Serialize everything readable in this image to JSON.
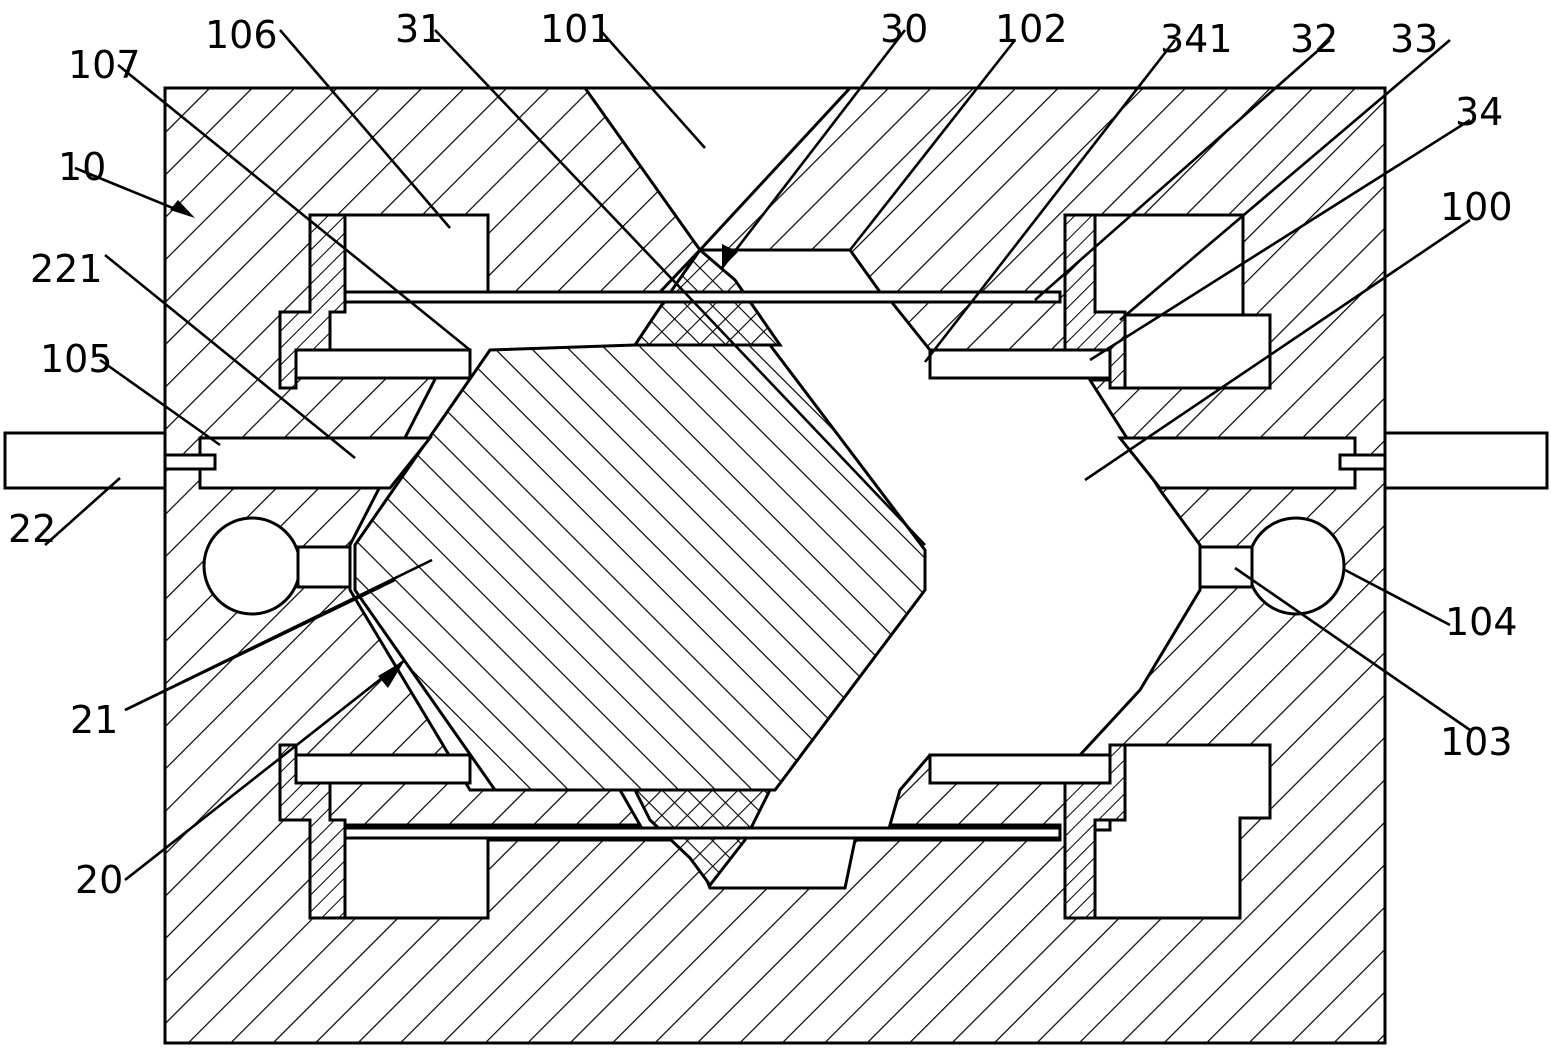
{
  "labels": {
    "l10": "10",
    "l20": "20",
    "l21": "21",
    "l22": "22",
    "l30": "30",
    "l31": "31",
    "l32": "32",
    "l33": "33",
    "l34": "34",
    "l100": "100",
    "l101": "101",
    "l102": "102",
    "l103": "103",
    "l104": "104",
    "l105": "105",
    "l106": "106",
    "l107": "107",
    "l221": "221",
    "l341": "341"
  },
  "colors": {
    "line": "#000000",
    "background": "#ffffff"
  }
}
